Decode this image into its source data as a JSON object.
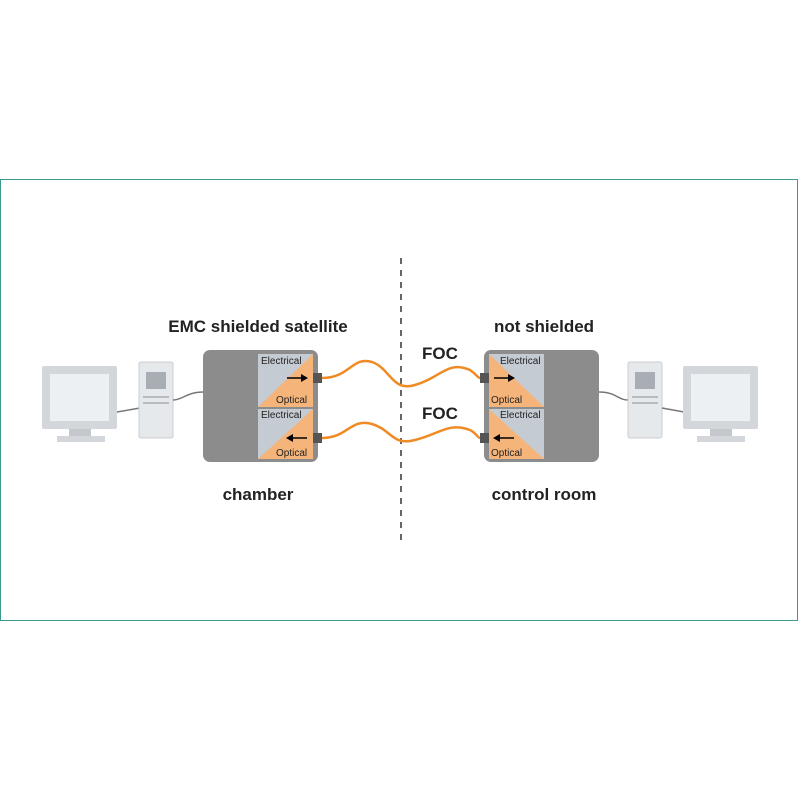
{
  "labels": {
    "left_top": "EMC shielded satellite",
    "left_bottom": "chamber",
    "right_top": "not shielded",
    "right_bottom": "control room",
    "foc_top": "FOC",
    "foc_bottom": "FOC"
  },
  "converter": {
    "electrical": "Electrical",
    "optical": "Optical"
  },
  "colors": {
    "frame": "#3a9a8e",
    "box": "#8c8c8c",
    "panel": "#c5cbd3",
    "optical": "#f5b47a",
    "cable": "#f08a24",
    "divider": "#666666"
  }
}
